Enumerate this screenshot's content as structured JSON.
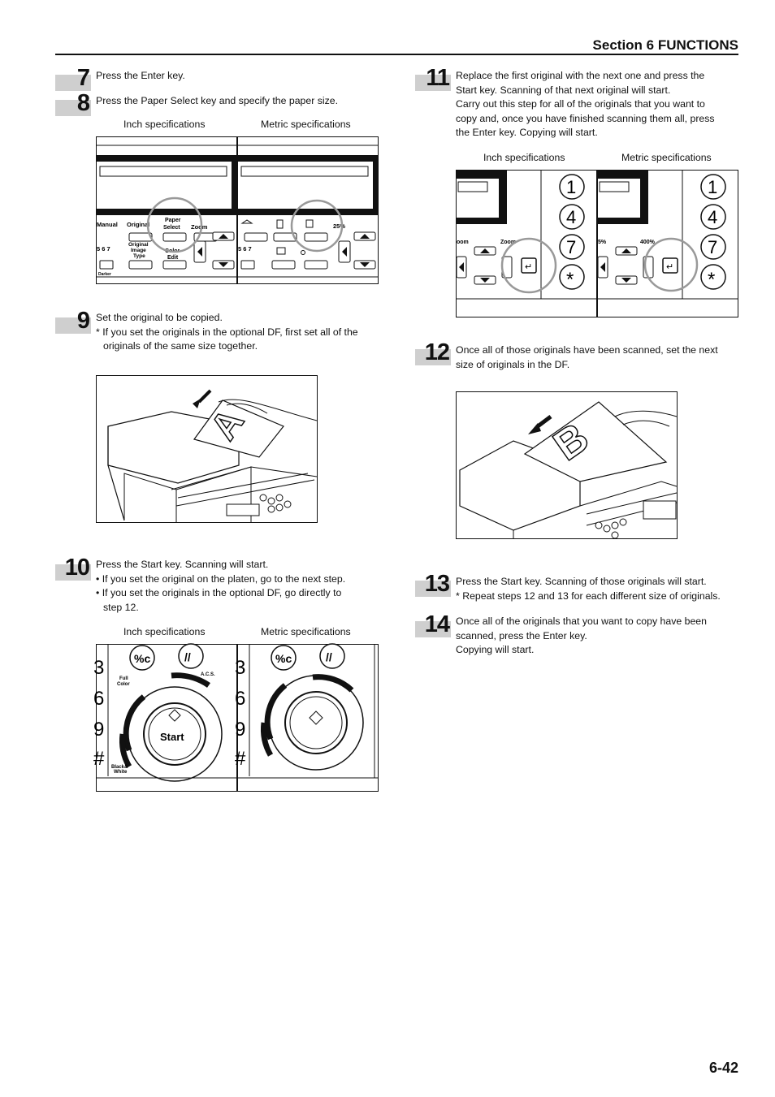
{
  "header": {
    "section_title": "Section 6  FUNCTIONS"
  },
  "steps": {
    "s7": {
      "num": "7",
      "text": "Press the Enter key."
    },
    "s8": {
      "num": "8",
      "text": "Press the Paper Select key and specify the paper size.",
      "caption_inch": "Inch specifications",
      "caption_metric": "Metric specifications"
    },
    "s9": {
      "num": "9",
      "text": "Set the original to be copied.",
      "note": "* If you set the originals in the optional DF, first set all of the",
      "note2": "originals of the same size together."
    },
    "s10": {
      "num": "10",
      "text": "Press the Start key. Scanning will start.",
      "b1": "• If you set the original on the platen, go to the next step.",
      "b2": "• If you set the originals in the optional DF, go directly to",
      "b2b": "step 12.",
      "caption_inch": "Inch specifications",
      "caption_metric": "Metric specifications"
    },
    "s11": {
      "num": "11",
      "l1": "Replace the first original with the next one and press the",
      "l2": "Start key. Scanning of that next original will start.",
      "l3": "Carry out this step for all of the originals that you want to",
      "l4": "copy and, once you have finished scanning them all, press",
      "l5": "the Enter key. Copying will start.",
      "caption_inch": "Inch specifications",
      "caption_metric": "Metric specifications"
    },
    "s12": {
      "num": "12",
      "l1": "Once all of those originals have been scanned, set the next",
      "l2": "size of originals in the DF."
    },
    "s13": {
      "num": "13",
      "text": "Press the Start key. Scanning of those originals will start.",
      "note": "* Repeat steps 12 and 13 for each different size of originals."
    },
    "s14": {
      "num": "14",
      "l1": "Once all of the originals that you want to copy have been",
      "l2": "scanned, press the Enter key.",
      "l3": "Copying will start."
    }
  },
  "panels": {
    "inch": {
      "manual": "Manual",
      "original": "Original",
      "paper": "Paper",
      "select": "Select",
      "zoom": "Zoom",
      "orig_image_1": "Original",
      "orig_image_2": "Image",
      "orig_image_3": "Type",
      "color": "Color",
      "edit": "Edit",
      "darker": "Darker",
      "nums": "5 6 7"
    },
    "metric": {
      "pct": "25%",
      "nums": "5 6 7"
    },
    "start": {
      "start": "Start",
      "full": "Full",
      "color": "Color",
      "acs": "A.C.S.",
      "bw1": "Black&",
      "bw2": "White",
      "pc": "%c",
      "slash": "//",
      "n3": "3",
      "n6": "6",
      "n9": "9",
      "hash": "#"
    },
    "enter": {
      "k1": "1",
      "k4": "4",
      "k7": "7",
      "kstar": "*",
      "zoom": "Zoom",
      "oom": "oom",
      "pct5": "5%",
      "pct400": "400%"
    },
    "df": {
      "letter_a": "A",
      "letter_b": "B"
    }
  },
  "page_number": "6-42"
}
